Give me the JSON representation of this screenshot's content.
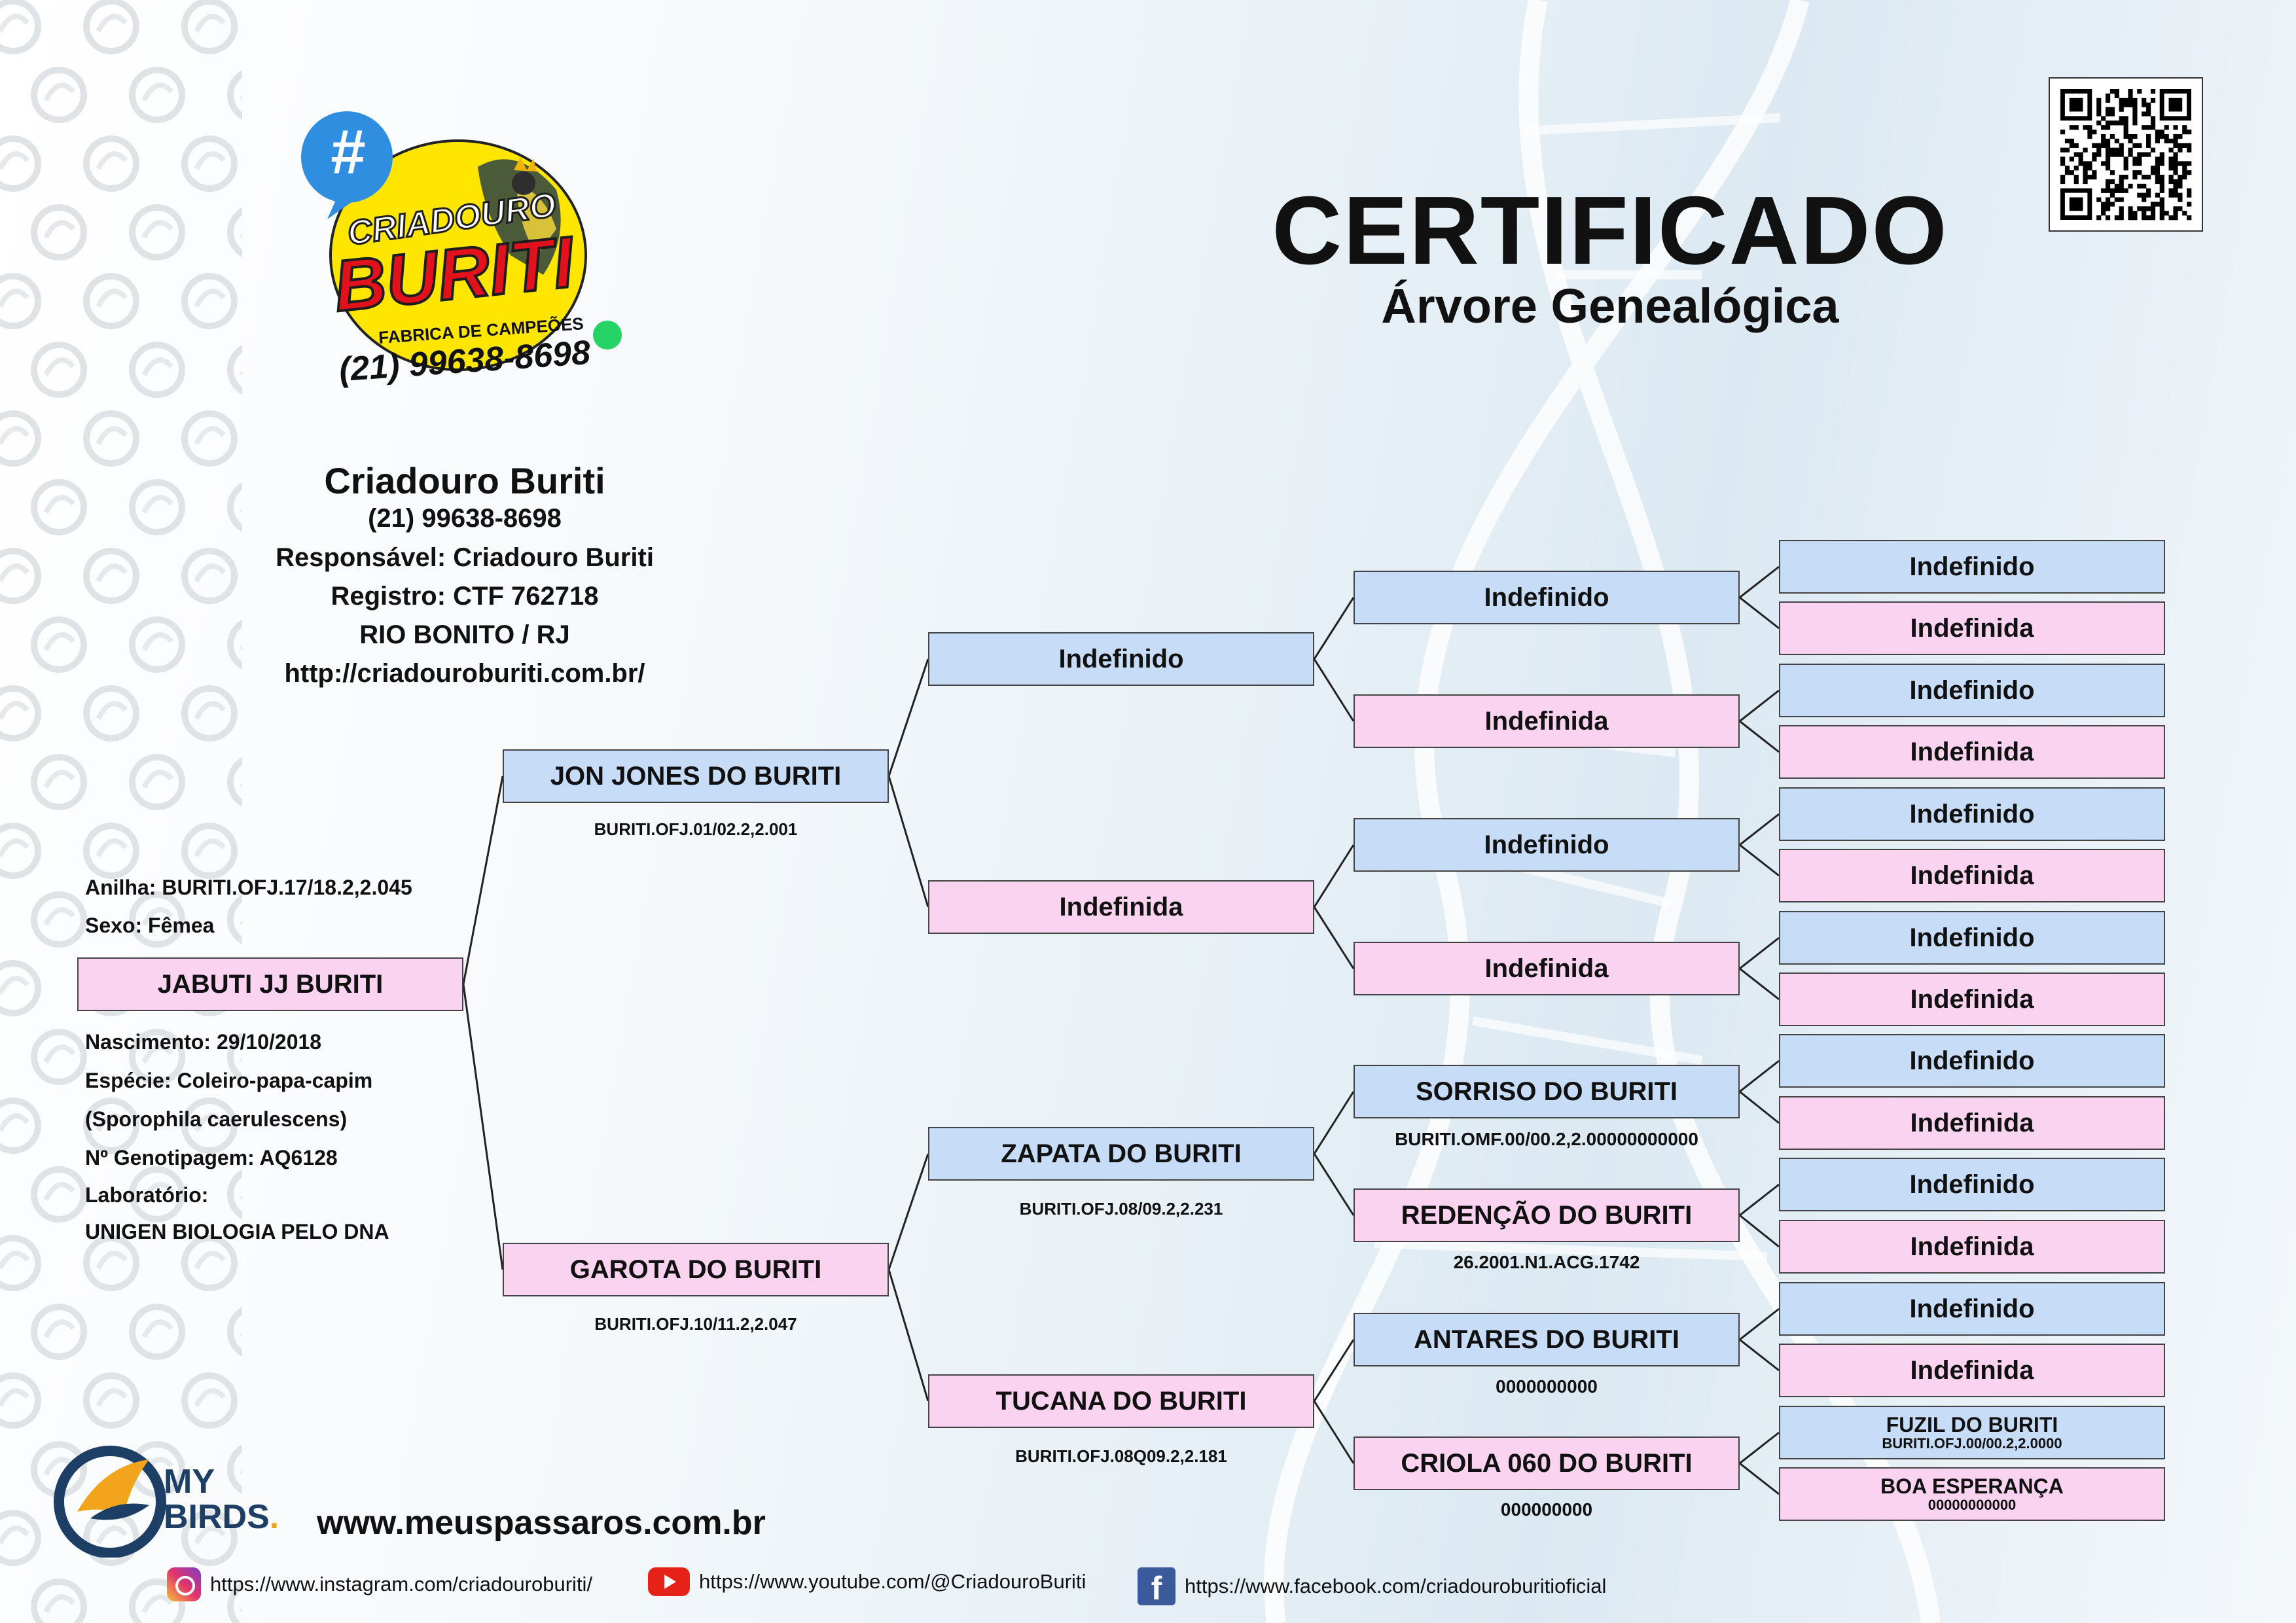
{
  "header": {
    "title": "CERTIFICADO",
    "subtitle": "Árvore Genealógica"
  },
  "logo": {
    "hash": "#",
    "line1": "CRIADOURO",
    "line2": "BURITI",
    "tagline": "FABRICA DE CAMPEÕES",
    "phone": "(21) 99638-8698"
  },
  "breeder": {
    "name": "Criadouro Buriti",
    "phone": "(21) 99638-8698",
    "responsible": "Responsável: Criadouro Buriti",
    "registry": "Registro: CTF 762718",
    "city": "RIO BONITO / RJ",
    "site": "http://criadouroburiti.com.br/"
  },
  "subject": {
    "ring": "Anilha: BURITI.OFJ.17/18.2,2.045",
    "sex": "Sexo: Fêmea",
    "name": "JABUTI JJ BURITI",
    "birth": "Nascimento: 29/10/2018",
    "species": "Espécie: Coleiro-papa-capim",
    "scientific": "(Sporophila caerulescens)",
    "genotyping": "Nº Genotipagem: AQ6128",
    "lab_label": "Laboratório:",
    "lab": "UNIGEN BIOLOGIA PELO DNA"
  },
  "tree": {
    "father": {
      "name": "JON JONES DO BURITI",
      "ring": "BURITI.OFJ.01/02.2,2.001"
    },
    "mother": {
      "name": "GAROTA DO BURITI",
      "ring": "BURITI.OFJ.10/11.2,2.047"
    },
    "ff": {
      "name": "Indefinido"
    },
    "fm": {
      "name": "Indefinida"
    },
    "mf": {
      "name": "ZAPATA DO BURITI",
      "ring": "BURITI.OFJ.08/09.2,2.231"
    },
    "mm": {
      "name": "TUCANA DO BURITI",
      "ring": "BURITI.OFJ.08Q09.2,2.181"
    },
    "g3": [
      {
        "name": "Indefinido",
        "ring": ""
      },
      {
        "name": "Indefinida",
        "ring": ""
      },
      {
        "name": "Indefinido",
        "ring": ""
      },
      {
        "name": "Indefinida",
        "ring": ""
      },
      {
        "name": "SORRISO DO BURITI",
        "ring": "BURITI.OMF.00/00.2,2.00000000000"
      },
      {
        "name": "REDENÇÃO DO BURITI",
        "ring": "26.2001.N1.ACG.1742"
      },
      {
        "name": "ANTARES DO BURITI",
        "ring": "0000000000"
      },
      {
        "name": "CRIOLA 060 DO BURITI",
        "ring": "000000000"
      }
    ],
    "g4": [
      {
        "name": "Indefinido"
      },
      {
        "name": "Indefinida"
      },
      {
        "name": "Indefinido"
      },
      {
        "name": "Indefinida"
      },
      {
        "name": "Indefinido"
      },
      {
        "name": "Indefinida"
      },
      {
        "name": "Indefinido"
      },
      {
        "name": "Indefinida"
      },
      {
        "name": "Indefinido"
      },
      {
        "name": "Indefinida"
      },
      {
        "name": "Indefinido"
      },
      {
        "name": "Indefinida"
      },
      {
        "name": "Indefinido"
      },
      {
        "name": "Indefinida"
      },
      {
        "name": "FUZIL DO BURITI",
        "ring": "BURITI.OFJ.00/00.2,2.0000"
      },
      {
        "name": "BOA ESPERANÇA",
        "ring": "00000000000"
      }
    ]
  },
  "footer": {
    "brand1": "MY",
    "brand2": "BIRDS",
    "site": "www.meuspassaros.com.br",
    "instagram": "https://www.instagram.com/criadouroburiti/",
    "youtube": "https://www.youtube.com/@CriadouroBuriti",
    "facebook": "https://www.facebook.com/criadouroburitioficial"
  },
  "colors": {
    "male_box": "#c7dcf7",
    "female_box": "#f9d3f0"
  }
}
